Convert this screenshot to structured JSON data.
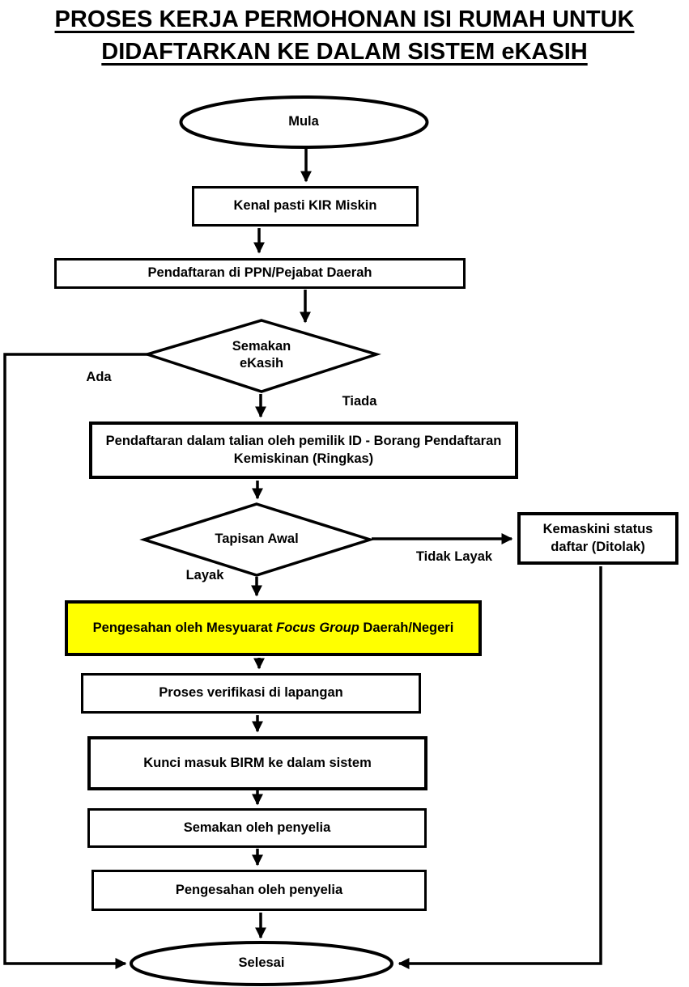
{
  "title": {
    "line1": "PROSES KERJA PERMOHONAN ISI RUMAH UNTUK",
    "line2": "DIDAFTARKAN KE DALAM SISTEM eKASIH"
  },
  "nodes": {
    "mula": "Mula",
    "kenal_pasti": "Kenal pasti KIR Miskin",
    "pendaftaran_ppn": "Pendaftaran di PPN/Pejabat Daerah",
    "semakan_ekasih": "Semakan eKasih",
    "pendaftaran_talian": "Pendaftaran dalam talian oleh pemilik ID - Borang Pendaftaran Kemiskinan (Ringkas)",
    "tapisan_awal": "Tapisan Awal",
    "kemaskini_status": "Kemaskini status daftar (Ditolak)",
    "focus_group": {
      "prefix": "Pengesahan oleh Mesyuarat ",
      "italic": "Focus Group",
      "suffix": " Daerah/Negeri",
      "highlight_color": "#FFFF00"
    },
    "verifikasi": "Proses verifikasi di lapangan",
    "kunci_birm": "Kunci masuk BIRM ke dalam sistem",
    "semakan_penyelia": "Semakan oleh penyelia",
    "pengesahan_penyelia": "Pengesahan oleh penyelia",
    "selesai": "Selesai"
  },
  "edge_labels": {
    "ada": "Ada",
    "tiada": "Tiada",
    "layak": "Layak",
    "tidak_layak": "Tidak Layak"
  },
  "colors": {
    "stroke": "#000000",
    "background": "#FFFFFF",
    "highlight": "#FFFF00"
  }
}
